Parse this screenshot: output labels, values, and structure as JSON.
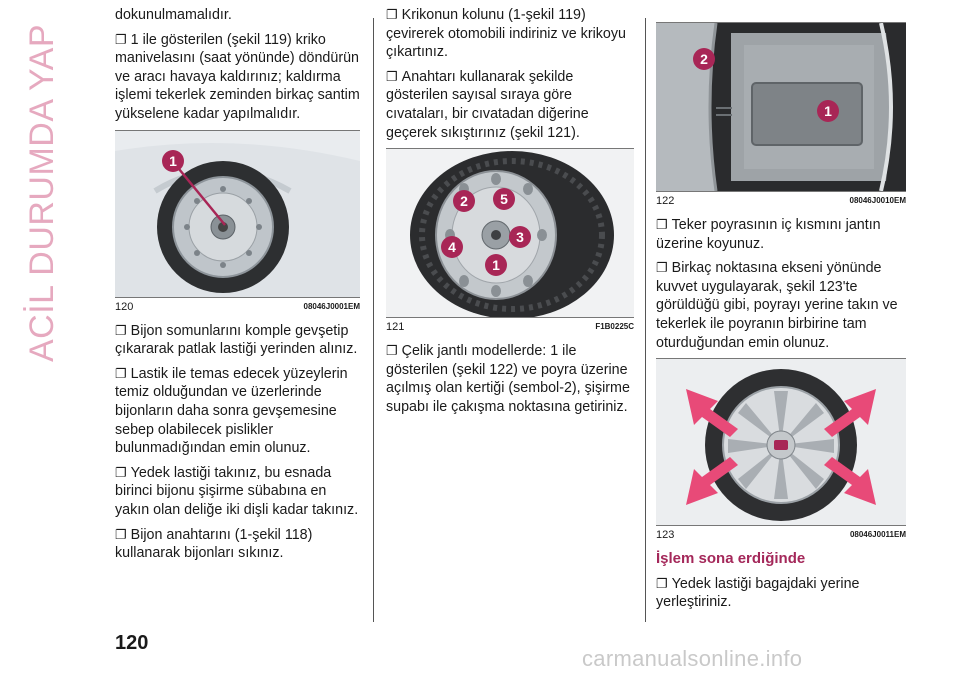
{
  "side_title": "ACİL DURUMDA YAPILACAKLAR",
  "page_number": "120",
  "footer": "carmanualsonline.info",
  "column1": {
    "intro": "dokunulmamalıdır.",
    "bullets_top": [
      "1 ile gösterilen (şekil 119) kriko manivelasını (saat yönünde) döndürün ve aracı havaya kaldırınız; kaldırma işlemi tekerlek zeminden birkaç santim yükselene kadar yapılmalıdır."
    ],
    "figure": {
      "number": "120",
      "code": "08046J0001EM",
      "labels": [
        "1"
      ]
    },
    "bullets_bottom": [
      "Bijon somunlarını komple gevşetip çıkararak patlak lastiği yerinden alınız.",
      "Lastik ile temas edecek yüzeylerin temiz olduğundan ve üzerlerinde bijonların daha sonra gevşemesine sebep olabilecek pislikler bulunmadığından emin olunuz.",
      "Yedek lastiği takınız, bu esnada birinci bijonu şişirme sübabına en yakın olan deliğe iki dişli kadar takınız.",
      "Bijon anahtarını (1-şekil 118) kullanarak bijonları sıkınız."
    ]
  },
  "column2": {
    "bullets_top": [
      "Krikonun kolunu (1-şekil 119) çevirerek otomobili indiriniz ve krikoyu çıkartınız.",
      "Anahtarı kullanarak şekilde gösterilen sayısal sıraya göre cıvataları, bir cıvatadan diğerine geçerek sıkıştırınız (şekil 121)."
    ],
    "figure": {
      "number": "121",
      "code": "F1B0225C",
      "labels": [
        "1",
        "2",
        "3",
        "4",
        "5"
      ]
    },
    "bullets_bottom": [
      "Çelik jantlı modellerde: 1 ile gösterilen (şekil 122) ve poyra üzerine açılmış olan kertiği (sembol-2), şişirme supabı ile çakışma noktasına getiriniz."
    ]
  },
  "column3": {
    "figure1": {
      "number": "122",
      "code": "08046J0010EM",
      "labels": [
        "2",
        "1"
      ]
    },
    "bullets_mid": [
      "Teker poyrasının iç kısmını jantın üzerine koyunuz.",
      "Birkaç noktasına ekseni yönünde kuvvet uygulayarak, şekil 123'te görüldüğü gibi, poyrayı yerine takın ve tekerlek ile poyranın birbirine tam oturduğundan emin olunuz."
    ],
    "figure2": {
      "number": "123",
      "code": "08046J0011EM"
    },
    "heading": "İşlem sona erdiğinde",
    "bullets_bottom": [
      "Yedek lastiği bagajdaki yerine yerleştiriniz."
    ]
  },
  "colors": {
    "accent": "#a82656",
    "side_title": "#e6a9bf",
    "arrows": "#e84a78"
  },
  "bullet_symbol": "❐"
}
